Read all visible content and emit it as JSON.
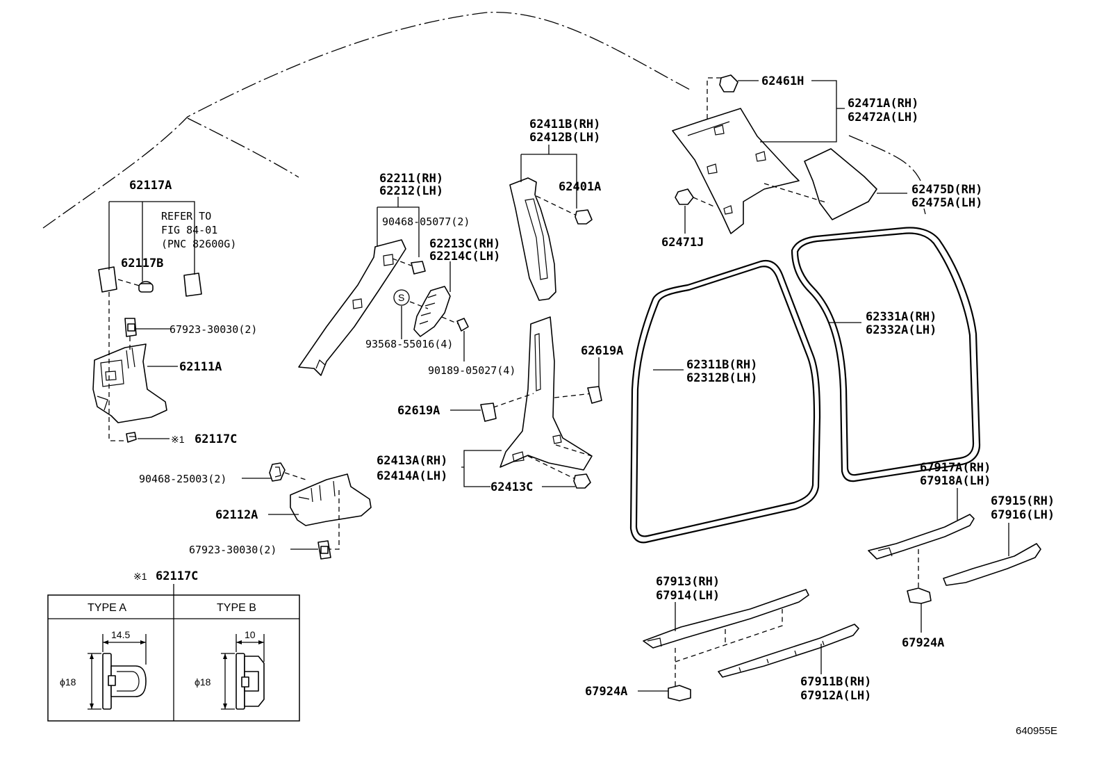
{
  "labels": {
    "l62117A": "62117A",
    "refer1": "REFER TO",
    "refer2": "FIG 84-01",
    "refer3": "(PNC 82600G)",
    "l62117B": "62117B",
    "l67923a": "67923-30030(2)",
    "l62111A": "62111A",
    "l62117C": "62117C",
    "mark1": "※1",
    "l90468_25003": "90468-25003(2)",
    "l62112A": "62112A",
    "l67923b": "67923-30030(2)",
    "l62211": "62211(RH)",
    "l62212": "62212(LH)",
    "l90468_05077": "90468-05077(2)",
    "l62213C": "62213C(RH)",
    "l62214C": "62214C(LH)",
    "sMark": "S",
    "l93568": "93568-55016(4)",
    "l90189": "90189-05027(4)",
    "l62411B": "62411B(RH)",
    "l62412B": "62412B(LH)",
    "l62401A": "62401A",
    "l62619A_r": "62619A",
    "l62619A_l": "62619A",
    "l62413A": "62413A(RH)",
    "l62414A": "62414A(LH)",
    "l62413C": "62413C",
    "l62461H": "62461H",
    "l62471A": "62471A(RH)",
    "l62472A": "62472A(LH)",
    "l62475D": "62475D(RH)",
    "l62475A": "62475A(LH)",
    "l62471J": "62471J",
    "l62331A": "62331A(RH)",
    "l62332A": "62332A(LH)",
    "l62311B": "62311B(RH)",
    "l62312B": "62312B(LH)",
    "l67917A": "67917A(RH)",
    "l67918A": "67918A(LH)",
    "l67915": "67915(RH)",
    "l67916": "67916(LH)",
    "l67913": "67913(RH)",
    "l67914": "67914(LH)",
    "l67924A_r": "67924A",
    "l67924A_l": "67924A",
    "l67911B": "67911B(RH)",
    "l67912A": "67912A(LH)"
  },
  "detail_box": {
    "title": "62117C",
    "mark": "※1",
    "type_a": "TYPE A",
    "type_b": "TYPE B",
    "dim_a_width": "14.5",
    "dim_b_width": "10",
    "dim_a_dia": "ϕ18",
    "dim_b_dia": "ϕ18"
  },
  "diagram_id": "640955E"
}
